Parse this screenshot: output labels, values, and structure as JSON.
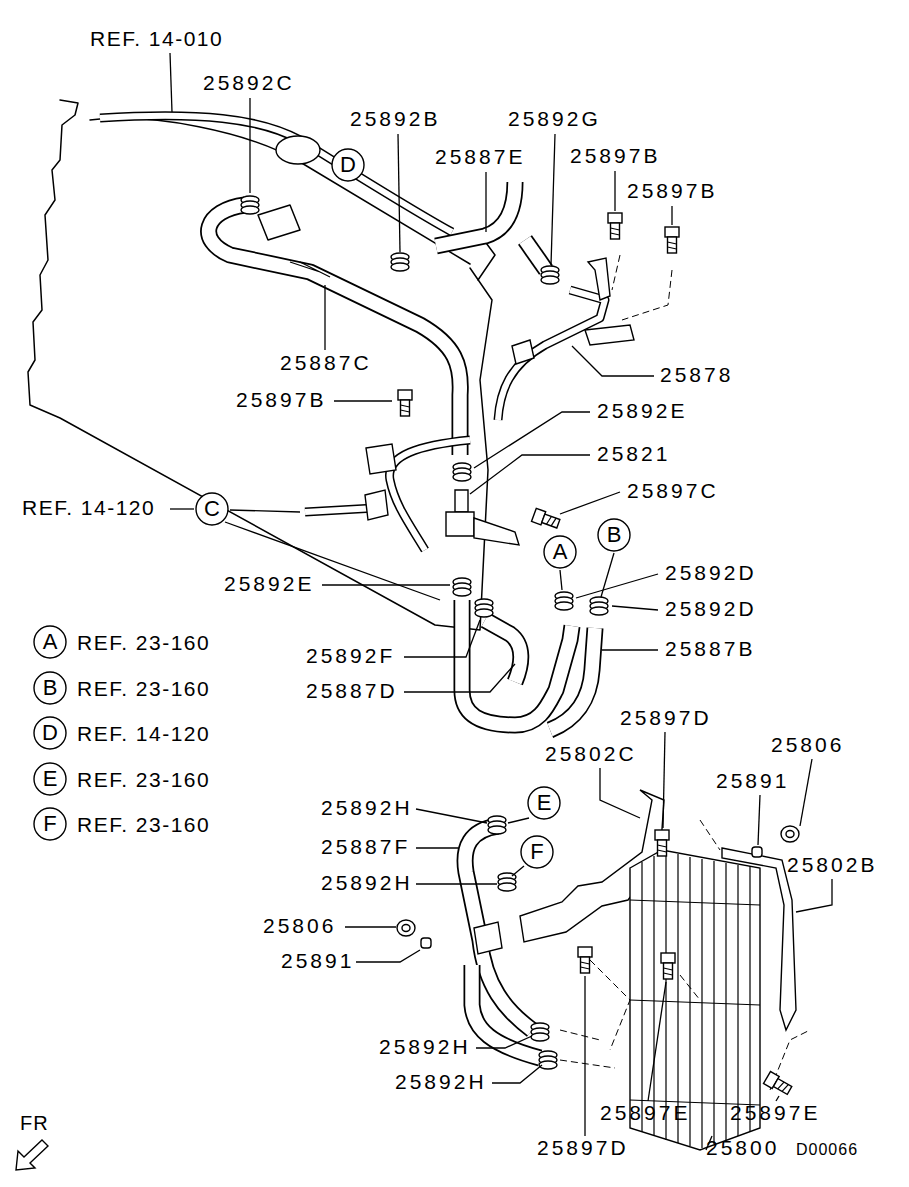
{
  "diagram": {
    "nodes": [
      {
        "text": [
          "D"
        ]
      },
      {
        "text": [
          "C"
        ]
      },
      {
        "text": [
          "B"
        ]
      },
      {
        "text": [
          "A"
        ]
      },
      {
        "text": [
          "A",
          "REF. 23-160"
        ]
      },
      {
        "text": [
          "B",
          "REF. 23-160"
        ]
      },
      {
        "text": [
          "D",
          "REF. 14-120"
        ]
      },
      {
        "text": [
          "E",
          "REF. 23-160"
        ]
      },
      {
        "text": [
          "F",
          "REF. 23-160"
        ]
      },
      {
        "text": [
          "E"
        ]
      },
      {
        "text": [
          "F"
        ]
      }
    ],
    "labels": [
      "REF. 14-010",
      "25892C",
      "25892B",
      "25892G",
      "25887E",
      "25897B",
      "25897B",
      "25887C",
      "25878",
      "25897B",
      "25892E",
      "25821",
      "25897C",
      "REF. 14-120",
      "25892E",
      "25892D",
      "25892D",
      "25892F",
      "25887B",
      "25887D",
      "25897D",
      "25802C",
      "25806",
      "25891",
      "25892H",
      "25887F",
      "25892H",
      "25802B",
      "25806",
      "25891",
      "25892H",
      "25892H",
      "25897D",
      "25897E",
      "25897E",
      "25800",
      "FR",
      "D00066"
    ]
  }
}
